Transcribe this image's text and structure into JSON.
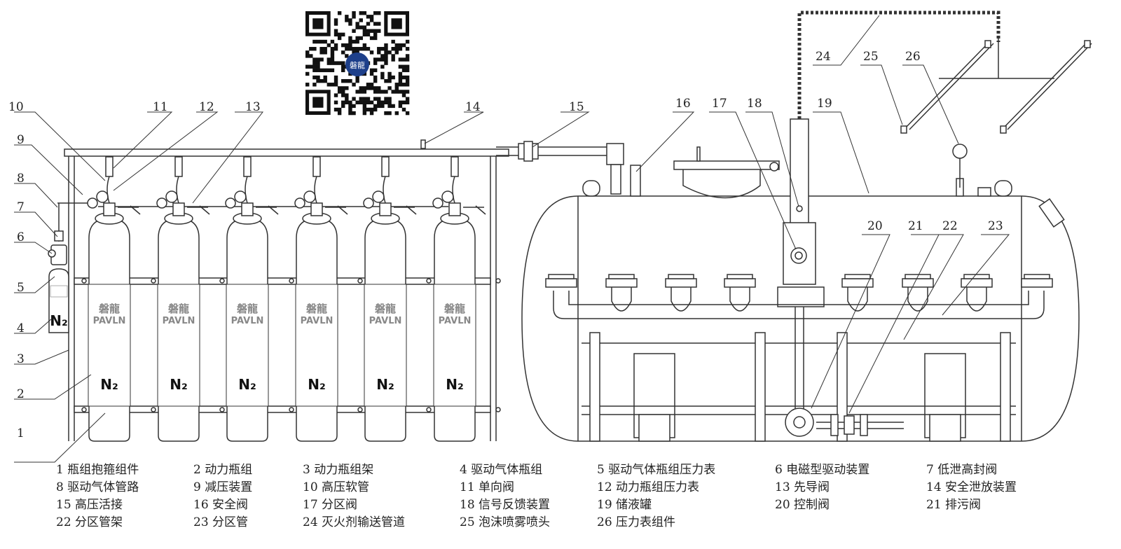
{
  "qr_logo_text": "磐龍",
  "cylinder_brand_cn": "磐龍",
  "cylinder_brand_en": "PAVLN",
  "gas_label": "N₂",
  "callouts": [
    "1",
    "2",
    "3",
    "4",
    "5",
    "6",
    "7",
    "8",
    "9",
    "10",
    "11",
    "12",
    "13",
    "14",
    "15",
    "16",
    "17",
    "18",
    "19",
    "20",
    "21",
    "22",
    "23",
    "24",
    "25",
    "26"
  ],
  "legend_rows": [
    [
      "1 瓶组抱箍组件",
      "2 动力瓶组",
      "3 动力瓶组架",
      "4 驱动气体瓶组",
      "5 驱动气体瓶组压力表",
      "6 电磁型驱动装置",
      "7 低泄高封阀"
    ],
    [
      "8 驱动气体管路",
      "9 减压装置",
      "10 高压软管",
      "11 单向阀",
      "12 动力瓶组压力表",
      "13 先导阀",
      "14 安全泄放装置"
    ],
    [
      "15 高压活接",
      "16 安全阀",
      "17 分区阀",
      "18 信号反馈装置",
      "19 储液罐",
      "20 控制阀",
      "21 排污阀"
    ],
    [
      "22 分区管架",
      "23 分区管",
      "24 灭火剂输送管道",
      "25 泡沫喷雾喷头",
      "26 压力表组件"
    ]
  ]
}
